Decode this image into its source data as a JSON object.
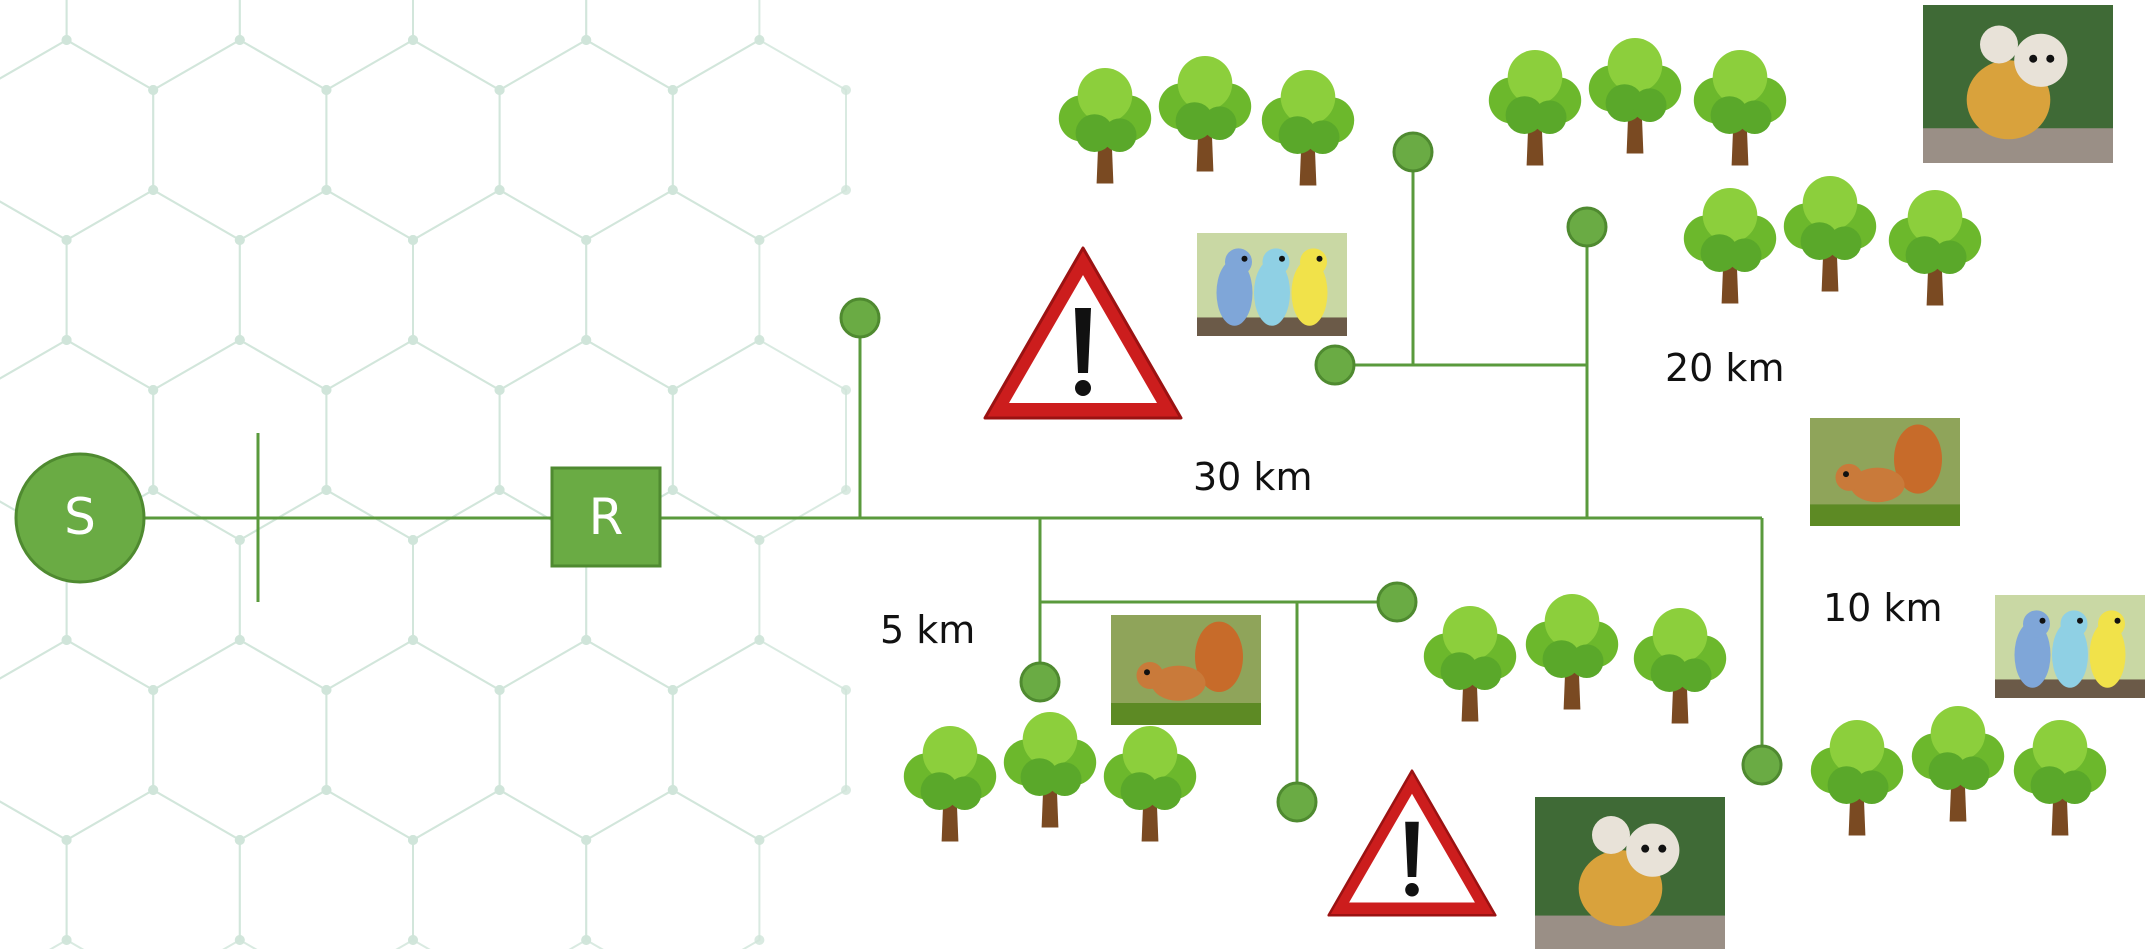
{
  "title_fragment": "",
  "nodes": {
    "source_label": "S",
    "recloser_label": "R"
  },
  "distance_labels": {
    "d30": "30 km",
    "d20": "20 km",
    "d10": "10 km",
    "d5": "5 km"
  },
  "icons": {
    "tree": "tree-icon",
    "warning": "warning-icon",
    "parrots": "parrots-photo",
    "monkey": "monkey-photo",
    "squirrel": "squirrel-photo"
  },
  "colors": {
    "line": "#5a9a3c",
    "node_fill": "#6aab44",
    "node_stroke": "#4f8a30",
    "warning_red": "#cc1d1d",
    "tree_green": "#6cb82c",
    "trunk_brown": "#7a4a22",
    "background_hex": "#cfe5d9"
  }
}
